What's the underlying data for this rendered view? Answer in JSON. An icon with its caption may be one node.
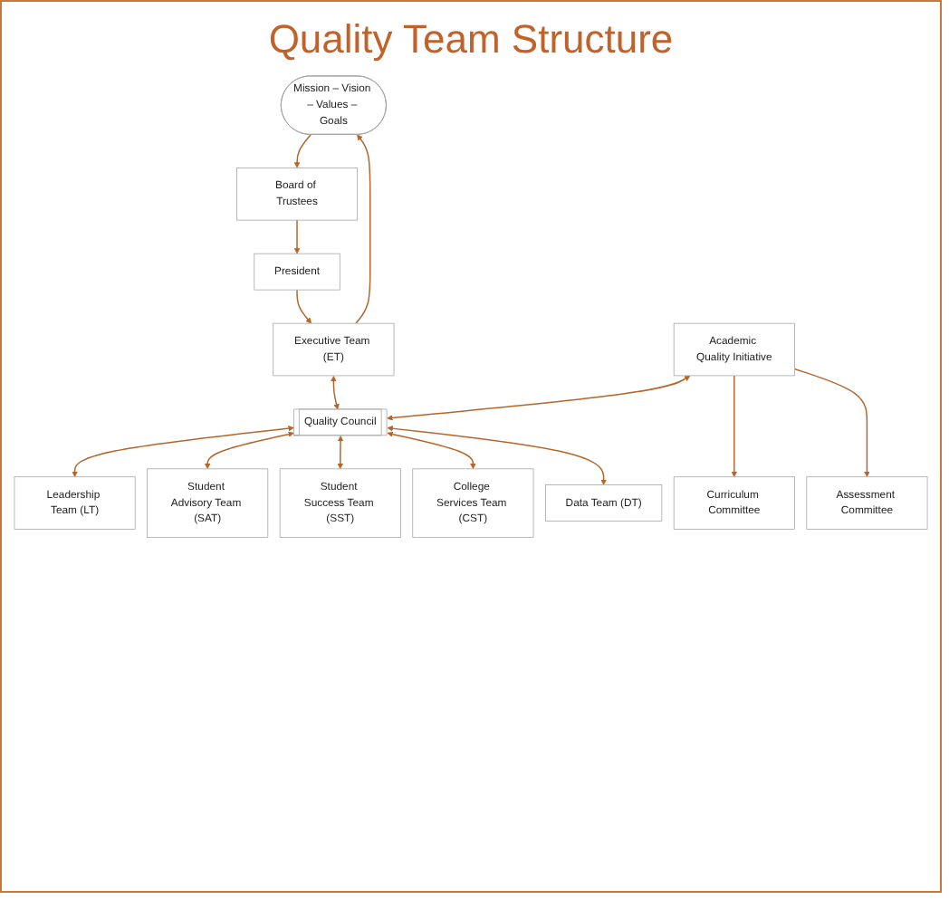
{
  "diagram": {
    "title": "Quality Team Structure",
    "nodes": [
      {
        "text": [
          "Mission – Vision – Values – Goals"
        ]
      },
      {
        "text": [
          "Board of Trustees"
        ]
      },
      {
        "text": [
          "President"
        ]
      },
      {
        "text": [
          "Executive Team (ET)"
        ]
      },
      {
        "text": [
          "Academic Quality Initiative"
        ]
      },
      {
        "text": [
          "Quality Council"
        ]
      },
      {
        "text": [
          "Leadership Team (LT)"
        ]
      },
      {
        "text": [
          "Curriculum Committee"
        ]
      },
      {
        "text": [
          "Assessment Committee"
        ]
      },
      {
        "text": [
          "Student Advisory Team (SAT)"
        ]
      },
      {
        "text": [
          "Student Success Team (SST)"
        ]
      },
      {
        "text": [
          "College Services Team (CST)"
        ]
      },
      {
        "text": [
          "Data Team (DT)"
        ]
      }
    ],
    "edges": [
      {
        "from": 0,
        "to": 1,
        "arrow": "to"
      },
      {
        "from": 1,
        "to": 2,
        "arrow": "to"
      },
      {
        "from": 2,
        "to": 3,
        "arrow": "to"
      },
      {
        "from": 3,
        "to": 0,
        "arrow": "to"
      },
      {
        "from": 3,
        "to": 5,
        "arrow": "both"
      },
      {
        "from": 4,
        "to": 5,
        "arrow": "both"
      },
      {
        "from": 5,
        "to": 6,
        "arrow": "both"
      },
      {
        "from": 4,
        "to": 7,
        "arrow": "to"
      },
      {
        "from": 4,
        "to": 8,
        "arrow": "to"
      },
      {
        "from": 5,
        "to": 9,
        "arrow": "both"
      },
      {
        "from": 5,
        "to": 10,
        "arrow": "both"
      },
      {
        "from": 5,
        "to": 11,
        "arrow": "both"
      },
      {
        "from": 5,
        "to": 12,
        "arrow": "both"
      }
    ]
  }
}
